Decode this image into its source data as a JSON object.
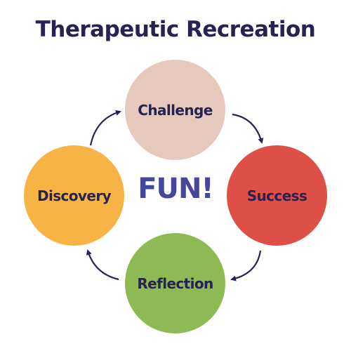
{
  "title": "Therapeutic Recreation",
  "center_text": "FUN!",
  "stages": [
    {
      "label": "Challenge",
      "color": "#e6c8bd"
    },
    {
      "label": "Success",
      "color": "#dd4f47"
    },
    {
      "label": "Reflection",
      "color": "#8dba55"
    },
    {
      "label": "Discovery",
      "color": "#f7b444"
    }
  ],
  "text_color": "#262352",
  "center_color": "#44479a",
  "arrow_color": "#262352"
}
